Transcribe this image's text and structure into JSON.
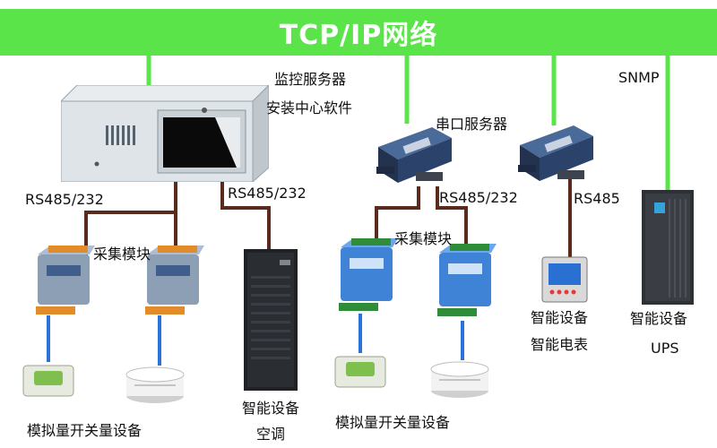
{
  "network_title": "TCP/IP网络",
  "labels": {
    "monitor_server_line1": "监控服务器",
    "monitor_server_line2": "安装中心软件",
    "snmp": "SNMP",
    "serial_server": "串口服务器",
    "rs485_232_a": "RS485/232",
    "rs485_232_b": "RS485/232",
    "rs485_232_c": "RS485/232",
    "rs485": "RS485",
    "acq_module_left": "采集模块",
    "acq_module_mid": "采集模块",
    "smart_device_ac_line1": "智能设备",
    "smart_device_ac_line2": "空调",
    "smart_device_meter_line1": "智能设备",
    "smart_device_meter_line2": "智能电表",
    "smart_device_ups_line1": "智能设备",
    "smart_device_ups_line2": "UPS",
    "analog_switch_left": "模拟量开关量设备",
    "analog_switch_mid": "模拟量开关量设备"
  },
  "colors": {
    "network": "#5be34a",
    "serial_wire": "#5a2a1c",
    "sensor_wire": "#2a72d8"
  }
}
